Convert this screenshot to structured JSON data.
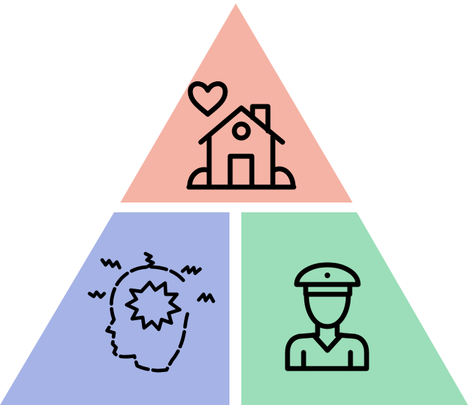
{
  "colors": {
    "background": "#ffffff",
    "top_segment": "#f5b3a5",
    "left_segment": "#a5b3e6",
    "right_segment": "#9bdeb9",
    "icon_stroke": "#000000"
  },
  "segments": [
    {
      "position": "top",
      "icon": "house-with-heart-icon"
    },
    {
      "position": "bottom-left",
      "icon": "head-stress-icon"
    },
    {
      "position": "bottom-right",
      "icon": "police-officer-icon"
    }
  ]
}
